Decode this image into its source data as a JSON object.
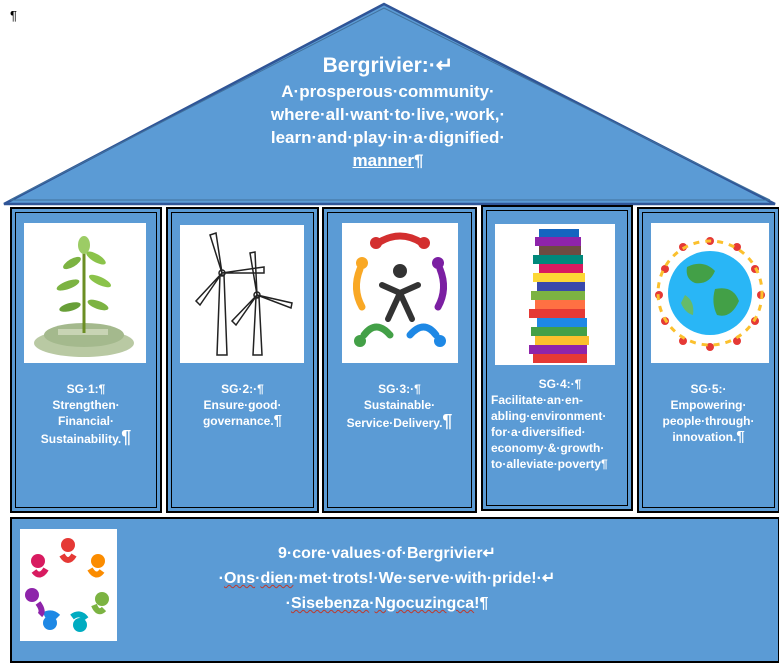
{
  "doc": {
    "pilcrow": "¶"
  },
  "roof": {
    "title": "Bergrivier:·↵",
    "lines": [
      "A·prosperous·community·",
      "where·all·want·to·live,·work,·",
      "learn·and·play·in·a·dignified·"
    ],
    "last_word": "manner",
    "last_mark": "¶"
  },
  "pillars": [
    {
      "number": "SG·1:¶",
      "lines": [
        "Strengthen·",
        "Financial·",
        "Sustainability."
      ],
      "mark": "¶",
      "icon": "money-plant-icon"
    },
    {
      "number": "SG·2:·¶",
      "lines": [
        "Ensure·good·",
        "governance."
      ],
      "mark": "¶",
      "icon": "wind-turbine-icon"
    },
    {
      "number": "SG·3:·¶",
      "lines": [
        "Sustainable·",
        "Service·Delivery."
      ],
      "mark": "¶",
      "icon": "community-people-icon"
    },
    {
      "number": "SG·4:·¶",
      "lines": [
        "Facilitate·an·en-",
        "abling·environment·",
        "for·a·diversified·",
        "economy·&·growth·",
        "to·alleviate·poverty"
      ],
      "mark": "¶",
      "icon": "book-stack-icon"
    },
    {
      "number": "SG·5:·",
      "lines": [
        "Empowering·",
        "people·through·",
        "innovation."
      ],
      "mark": "¶",
      "icon": "globe-people-icon"
    }
  ],
  "base": {
    "line1": "9·core·values·of·Bergrivier↵",
    "line2_a": "·",
    "line2_ons": "Ons",
    "line2_dien": "dien",
    "line2_rest": "·met·trots!·We·serve·with·pride!·↵",
    "line3_a": "·",
    "line3_word1": "Sisebenza",
    "line3_word2": "Ngocuzingca",
    "line3_end": "!¶",
    "icon": "people-circle-icon"
  },
  "colors": {
    "fill": "#5b9bd5",
    "roof_fill": "#5b9bd5",
    "text": "#ffffff",
    "outline": "#000000"
  }
}
